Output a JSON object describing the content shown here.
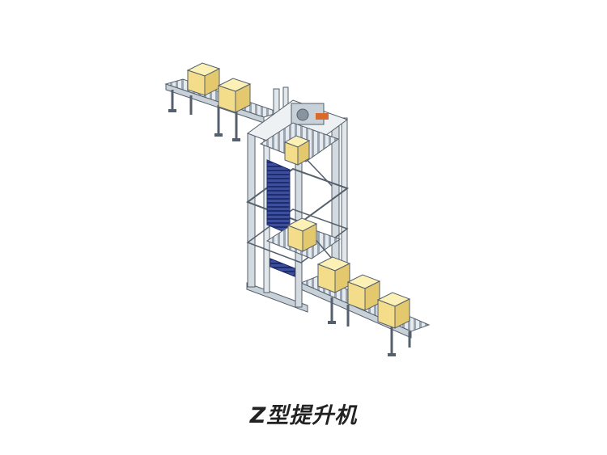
{
  "caption": "Z型提升机",
  "colors": {
    "background": "#ffffff",
    "box_top": "#fbf0b6",
    "box_front": "#f3dd8a",
    "box_side": "#e4c86d",
    "frame": "#bcc6cf",
    "frame_dark": "#55606c",
    "panel": "#2d3f8c",
    "roller": "#9aa6b2",
    "accent": "#d96a2b"
  },
  "illustration": {
    "name": "z-type-lift-conveyor",
    "cartons_on_upper_conveyor": 2,
    "cartons_on_lift": 2,
    "cartons_on_lower_conveyor": 3
  }
}
